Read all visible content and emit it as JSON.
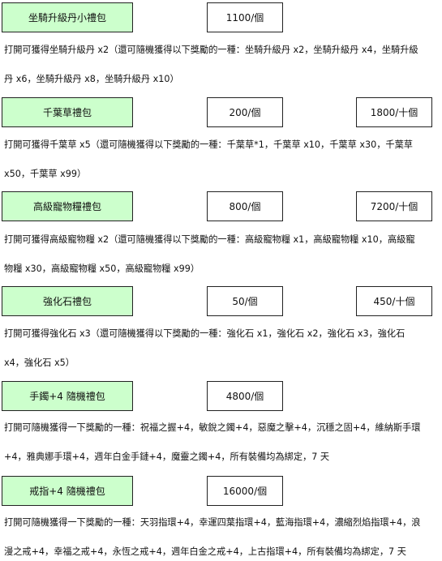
{
  "items": [
    {
      "name": "坐騎升級丹小禮包",
      "price": "1100/個",
      "ten_price": "",
      "desc_line1": "打開可獲得坐騎升級丹 x2（還可隨機獲得以下獎勵的一種：坐騎升級丹 x2，坐騎升級丹 x4，坐騎升級",
      "desc_line2": "丹 x6，坐騎升級丹 x8，坐騎升級丹 x10）"
    },
    {
      "name": "千葉草禮包",
      "price": "200/個",
      "ten_price": "1800/十個",
      "desc_line1": "打開可獲得千葉草 x5（還可隨機獲得以下獎勵的一種：千葉草*1，千葉草 x10，千葉草 x30，千葉草",
      "desc_line2": "x50，千葉草 x99）"
    },
    {
      "name": "高級寵物糧禮包",
      "price": "800/個",
      "ten_price": "7200/十個",
      "desc_line1": "打開可獲得高級寵物糧 x2（還可隨機獲得以下獎勵的一種：高級寵物糧 x1，高級寵物糧 x10，高級寵",
      "desc_line2": "物糧 x30，高級寵物糧 x50，高級寵物糧 x99）"
    },
    {
      "name": "強化石禮包",
      "price": "50/個",
      "ten_price": "450/十個",
      "desc_line1": "打開可獲得強化石 x3（還可隨機獲得以下獎勵的一種：強化石 x1，強化石 x2，強化石 x3，強化石",
      "desc_line2": "x4，強化石 x5）"
    },
    {
      "name": "手鐲+4 隨機禮包",
      "price": "4800/個",
      "ten_price": "",
      "desc_line1": "打開可隨機獲得一下獎勵的一種：祝福之握+4，敏銳之鐲+4，惡魔之擊+4，沉穩之固+4，維納斯手環",
      "desc_line2": "+4，雅典娜手環+4，週年白金手鏈+4，魔靈之鐲+4，所有裝備均為綁定，7 天"
    },
    {
      "name": "戒指+4 隨機禮包",
      "price": "16000/個",
      "ten_price": "",
      "desc_line1": "打開可隨機獲得一下獎勵的一種：天羽指環+4，幸運四葉指環+4，藍海指環+4，濃縮烈焰指環+4，浪",
      "desc_line2": "漫之戒+4，幸福之戒+4，永恆之戒+4，週年白金之戒+4，上古指環+4，所有裝備均為綁定，7 天"
    }
  ]
}
